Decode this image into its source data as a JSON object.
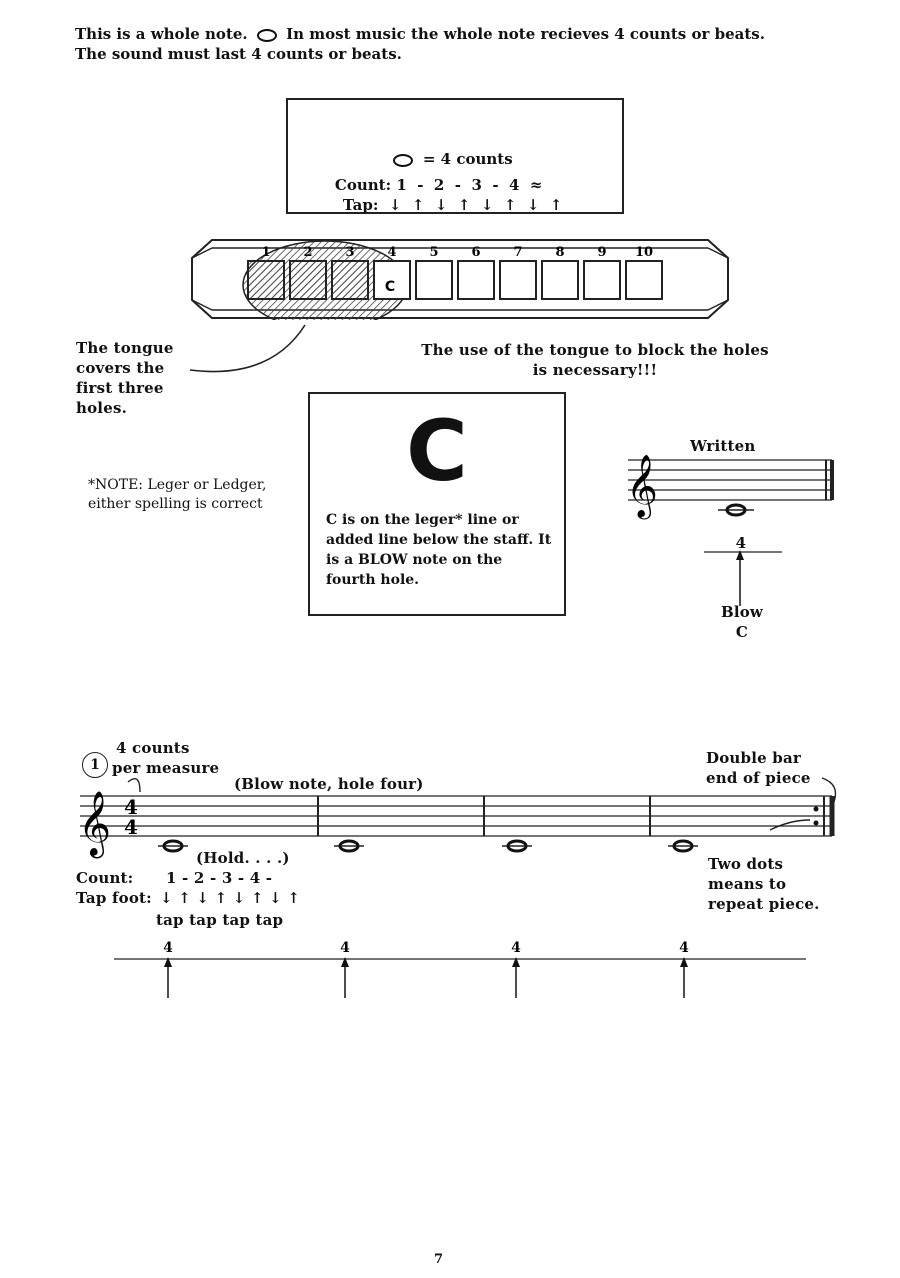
{
  "intro": {
    "part1": "This is a whole note.",
    "note_icon": "whole-note-icon",
    "part2": "In most music the whole note recieves 4 counts or beats. The sound must last 4 counts or beats."
  },
  "counts_box": {
    "note_equals": "= 4 counts",
    "count_label": "Count:",
    "count_values": "1  -  2  -  3  -  4  ≈",
    "tap_label": "Tap:",
    "tap_arrows": "↓  ↑  ↓  ↑  ↓  ↑  ↓  ↑"
  },
  "harmonica": {
    "hole_numbers": [
      "1",
      "2",
      "3",
      "4",
      "5",
      "6",
      "7",
      "8",
      "9",
      "10"
    ],
    "active_hole_label": "C"
  },
  "annotations": {
    "tongue": [
      "The tongue",
      "covers the",
      "first three",
      "holes."
    ],
    "block": [
      "The use of the tongue to block the holes",
      "is necessary!!!"
    ]
  },
  "c_card": {
    "big_letter": "C",
    "description": "C is on the leger* line or added line below the staff. It is a BLOW note on the fourth hole."
  },
  "leger_note": {
    "text": "*NOTE: Leger or Ledger, either spelling is correct"
  },
  "written_example": {
    "title": "Written",
    "hole": "4",
    "blow": "Blow",
    "note": "C"
  },
  "exercise": {
    "number": "1",
    "counts_label": "4 counts",
    "per_measure": "per measure",
    "blow_note_label": "(Blow note, hole four)",
    "double_bar_1": "Double bar",
    "double_bar_2": "end of piece",
    "hold_label": "(Hold. . . .)",
    "count_label": "Count:",
    "count_values": "1 - 2 - 3 - 4 -",
    "tap_label": "Tap foot:",
    "tap_arrows": "↓ ↑ ↓ ↑ ↓ ↑ ↓ ↑",
    "tap_words": "tap tap tap tap",
    "two_dots": [
      "Two dots",
      "means to",
      "repeat piece."
    ],
    "time_signature": [
      "4",
      "4"
    ],
    "hole_markers": [
      "4",
      "4",
      "4",
      "4"
    ]
  },
  "page_number": "7"
}
